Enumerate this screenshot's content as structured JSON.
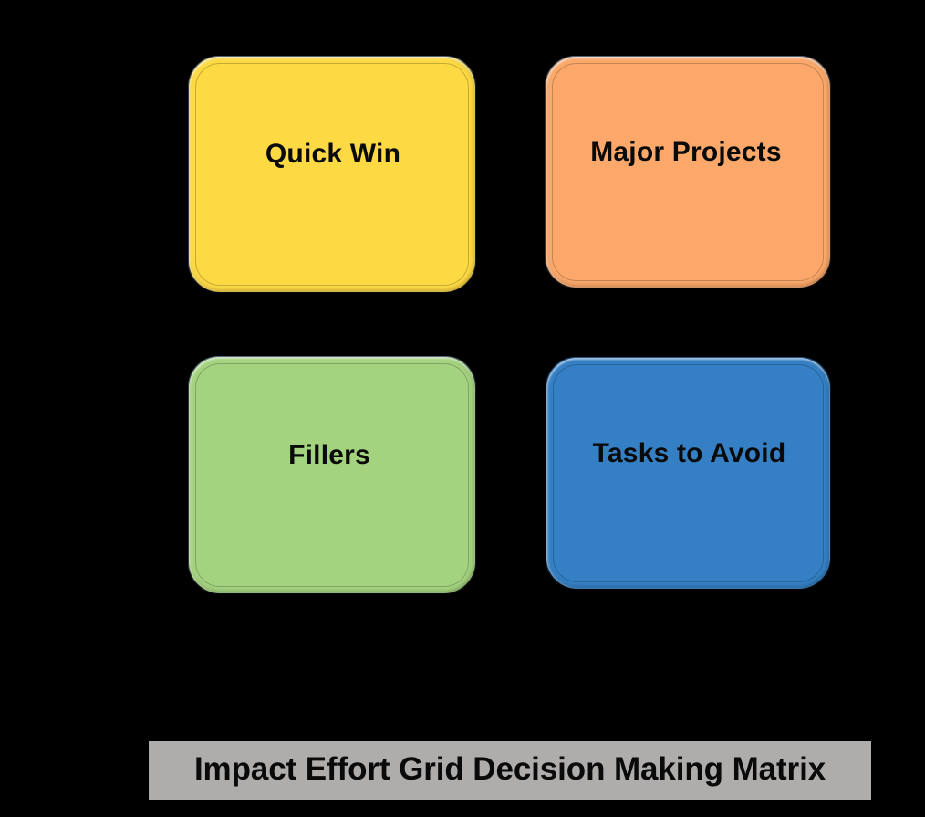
{
  "background_color": "#000000",
  "matrix": {
    "title": "Impact Effort Grid Decision Making Matrix",
    "quadrants": [
      {
        "id": "quick-win",
        "label": "Quick Win",
        "color": "#FDD944",
        "position": "top-left"
      },
      {
        "id": "major-projects",
        "label": "Major Projects",
        "color": "#FBA86A",
        "position": "top-right"
      },
      {
        "id": "fillers",
        "label": "Fillers",
        "color": "#A4D37F",
        "position": "bottom-left"
      },
      {
        "id": "tasks-to-avoid",
        "label": "Tasks to Avoid",
        "color": "#3580C4",
        "position": "bottom-right"
      }
    ]
  },
  "caption": {
    "text": "Impact Effort Grid Decision Making Matrix",
    "background_color": "#AFACAC",
    "text_color": "#0A0A0A"
  },
  "chart_data": {
    "type": "table",
    "title": "Impact Effort Grid Decision Making Matrix",
    "xlabel": "",
    "ylabel": "",
    "categories": [
      "Quick Win",
      "Major Projects",
      "Fillers",
      "Tasks to Avoid"
    ],
    "cells": [
      {
        "row": 0,
        "col": 0,
        "label": "Quick Win",
        "color": "#FDD944"
      },
      {
        "row": 0,
        "col": 1,
        "label": "Major Projects",
        "color": "#FBA86A"
      },
      {
        "row": 1,
        "col": 0,
        "label": "Fillers",
        "color": "#A4D37F"
      },
      {
        "row": 1,
        "col": 1,
        "label": "Tasks to Avoid",
        "color": "#3580C4"
      }
    ],
    "grid": false,
    "legend": "none"
  }
}
